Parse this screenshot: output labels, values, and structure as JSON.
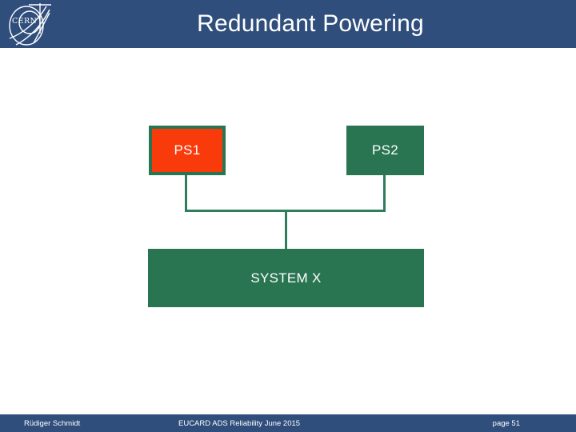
{
  "slide": {
    "title": "Redundant Powering",
    "logo_alt": "cern-logo",
    "logo_text": "CERN"
  },
  "colors": {
    "header_blue": "#2F4E7C",
    "footer_blue": "#2F4E7C",
    "box_green": "#2A7551",
    "box_red": "#F93B0C",
    "connector_green": "#2E7D5B",
    "text_white": "#FFFFFF",
    "slide_background": "#FFFFFF"
  },
  "diagram": {
    "nodes": [
      {
        "id": "ps1",
        "label": "PS1",
        "fill": "#F93B0C",
        "border": "#2A7551"
      },
      {
        "id": "ps2",
        "label": "PS2",
        "fill": "#2A7551",
        "border": "none"
      },
      {
        "id": "system_x",
        "label": "SYSTEM X",
        "fill": "#2A7551",
        "border": "none"
      }
    ],
    "connections": [
      {
        "from": "ps1",
        "to": "system_x"
      },
      {
        "from": "ps2",
        "to": "system_x"
      }
    ]
  },
  "footer": {
    "author": "Rüdiger Schmidt",
    "event": "EUCARD ADS Reliability June 2015",
    "page": "page 51"
  }
}
